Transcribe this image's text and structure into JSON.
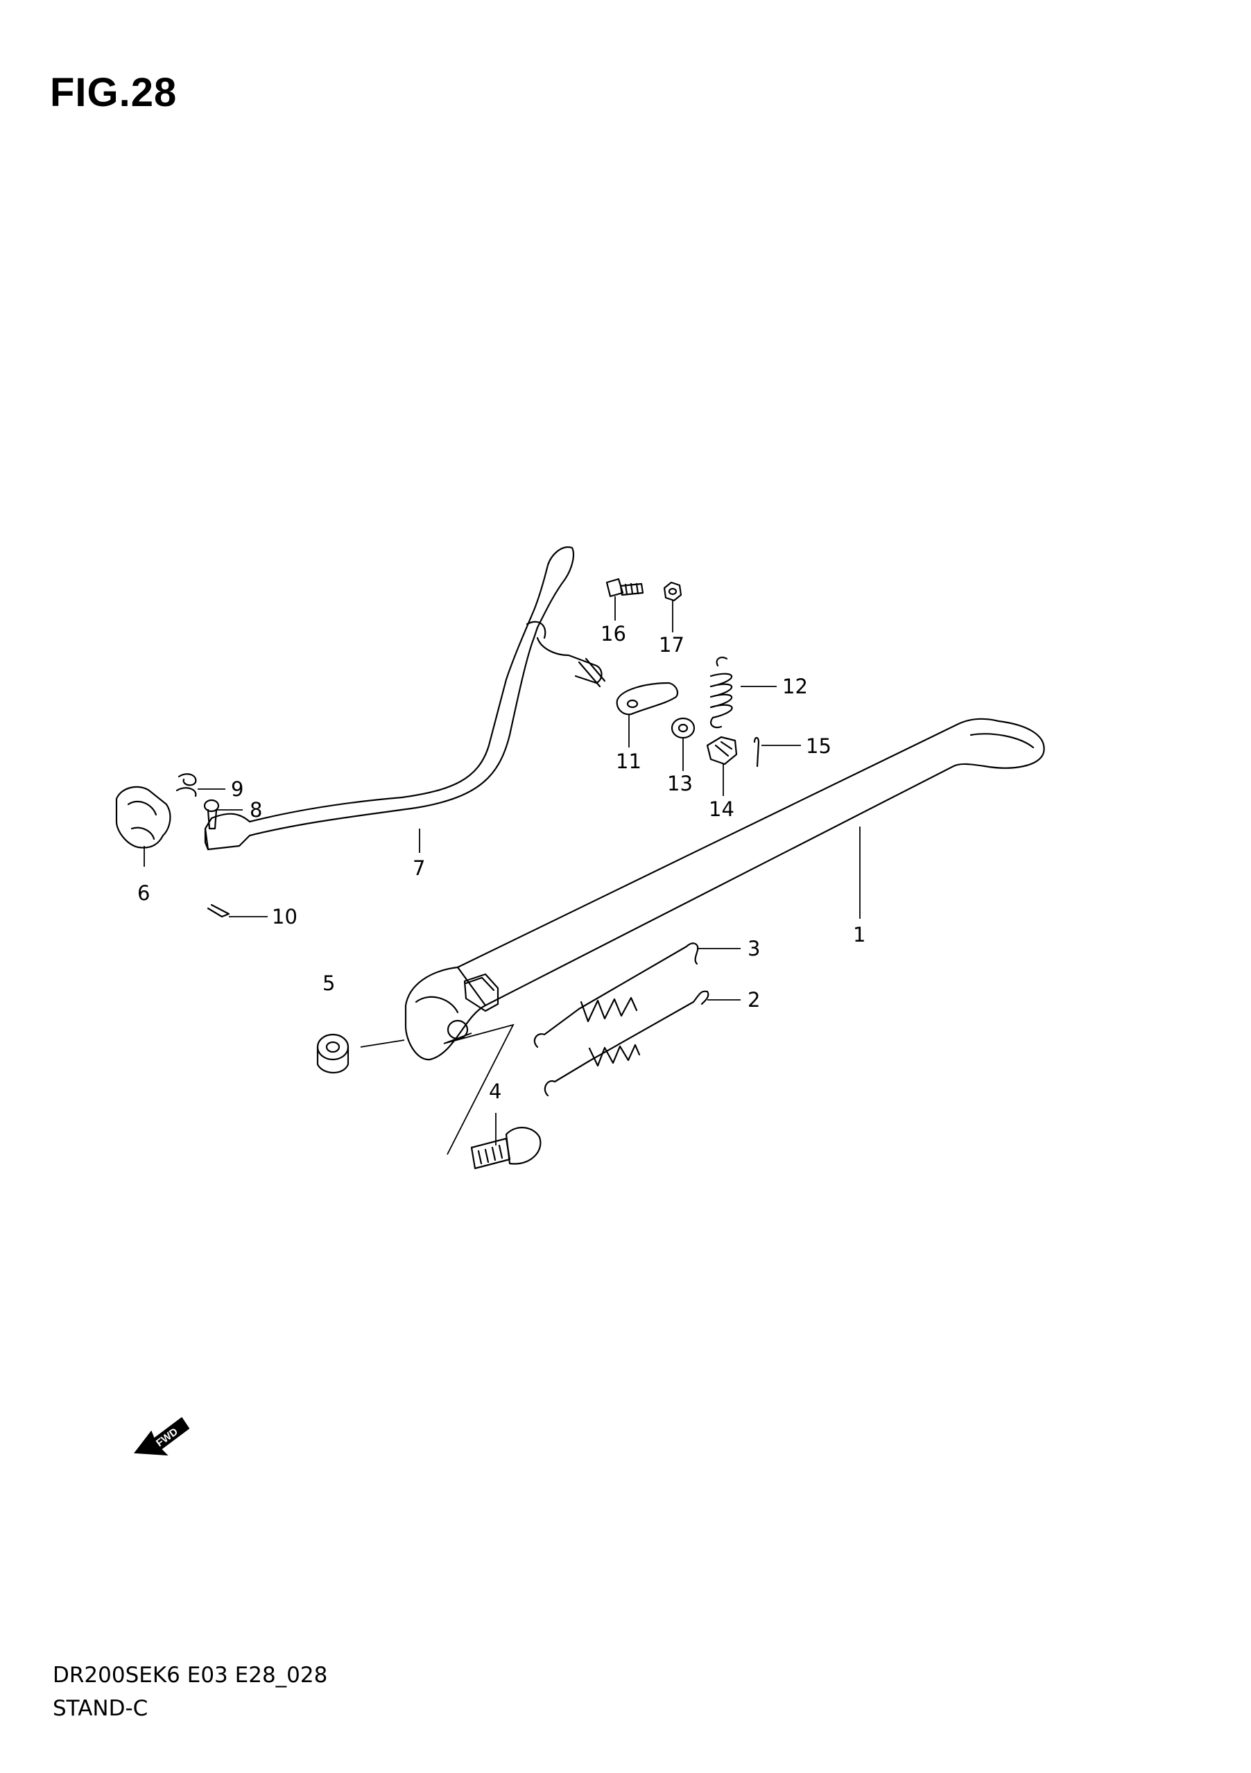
{
  "figure": {
    "title": "FIG.28",
    "model_code": "DR200SEK6 E03 E28_028",
    "section_name": "STAND-C",
    "fwd_label": "FWD"
  },
  "callouts": [
    {
      "id": "1",
      "label": "1"
    },
    {
      "id": "2",
      "label": "2"
    },
    {
      "id": "3",
      "label": "3"
    },
    {
      "id": "4",
      "label": "4"
    },
    {
      "id": "5",
      "label": "5"
    },
    {
      "id": "6",
      "label": "6"
    },
    {
      "id": "7",
      "label": "7"
    },
    {
      "id": "8",
      "label": "8"
    },
    {
      "id": "9",
      "label": "9"
    },
    {
      "id": "10",
      "label": "10"
    },
    {
      "id": "11",
      "label": "11"
    },
    {
      "id": "12",
      "label": "12"
    },
    {
      "id": "13",
      "label": "13"
    },
    {
      "id": "14",
      "label": "14"
    },
    {
      "id": "15",
      "label": "15"
    },
    {
      "id": "16",
      "label": "16"
    },
    {
      "id": "17",
      "label": "17"
    }
  ]
}
